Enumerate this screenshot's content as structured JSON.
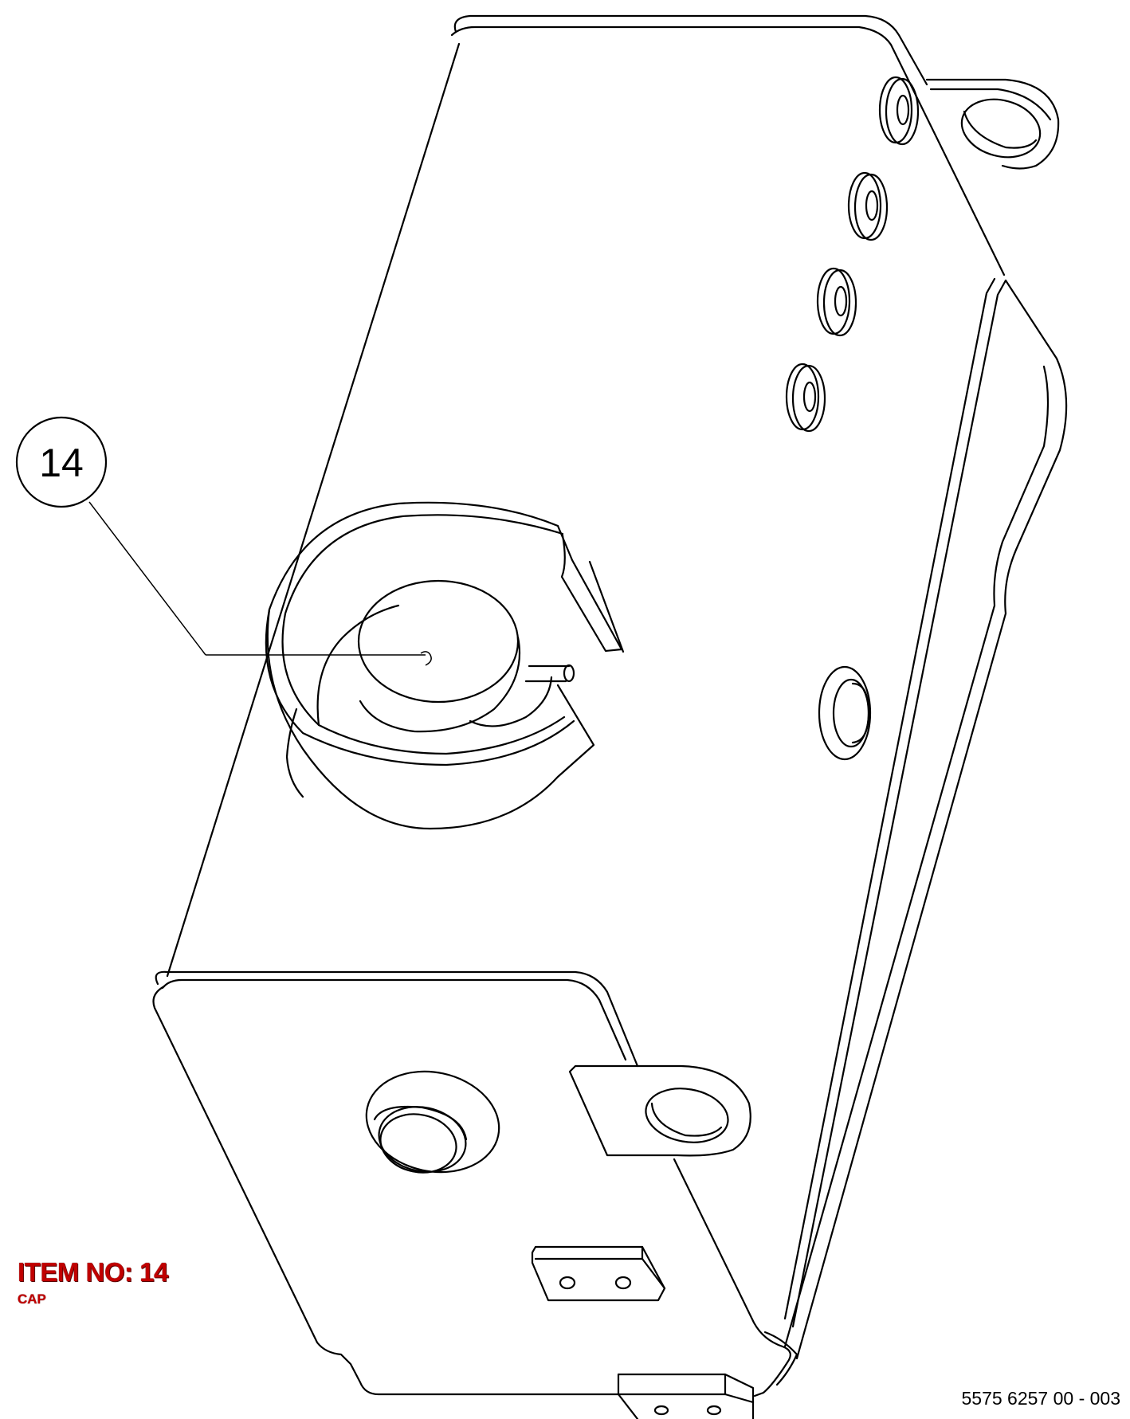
{
  "callout": {
    "balloon_number": "14"
  },
  "item": {
    "title": "ITEM NO: 14",
    "description": "CAP"
  },
  "drawing": {
    "number": "5575 6257 00 - 003"
  },
  "colors": {
    "item_label": "#c00000",
    "line": "#000000",
    "background": "#ffffff"
  },
  "icons": {
    "balloon": "circle-callout-icon",
    "leader": "leader-line-icon"
  }
}
